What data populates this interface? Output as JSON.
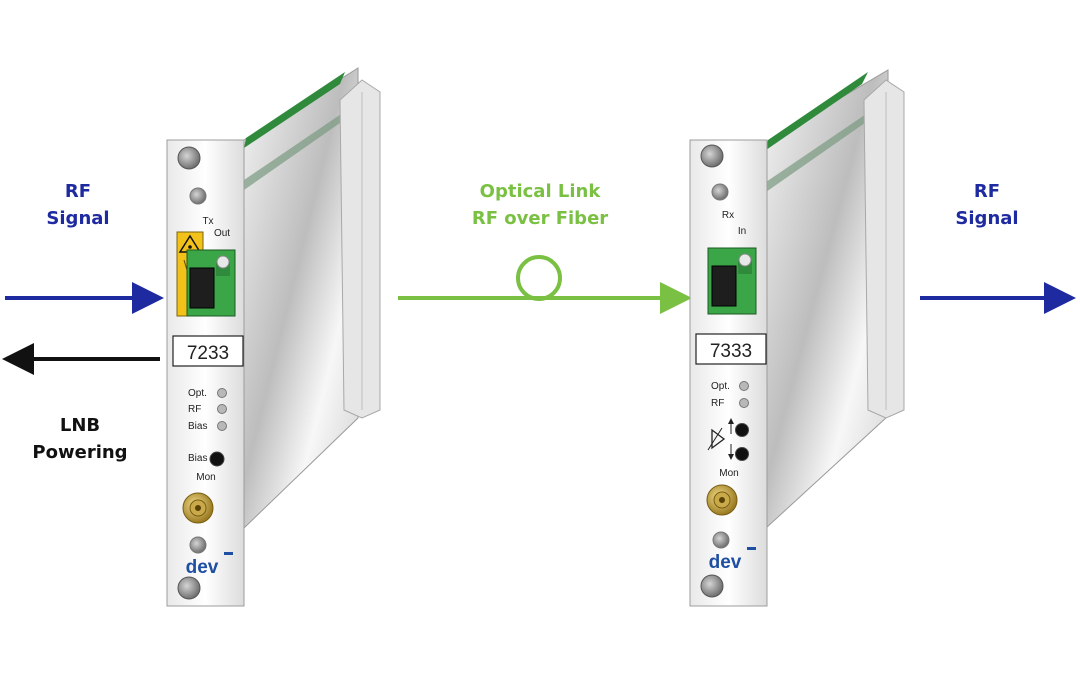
{
  "labels": {
    "rf_in": [
      "RF",
      "Signal"
    ],
    "lnb": [
      "LNB",
      "Powering"
    ],
    "optical": [
      "Optical Link",
      "RF over Fiber"
    ],
    "rf_out": [
      "RF",
      "Signal"
    ]
  },
  "tx_module": {
    "title": "Tx",
    "port": "Out",
    "model": "7233",
    "leds": [
      "Opt.",
      "RF",
      "Bias"
    ],
    "bias_button": "Bias",
    "monitor": "Mon",
    "brand": "dev"
  },
  "rx_module": {
    "title": "Rx",
    "port": "In",
    "model": "7333",
    "leds": [
      "Opt.",
      "RF"
    ],
    "monitor": "Mon",
    "brand": "dev"
  },
  "colors": {
    "rf_arrow": "#1e2aa0",
    "lnb_arrow": "#111111",
    "optical": "#7ac143",
    "board_green": "#2f8a3c",
    "connector_green": "#3aa648"
  }
}
